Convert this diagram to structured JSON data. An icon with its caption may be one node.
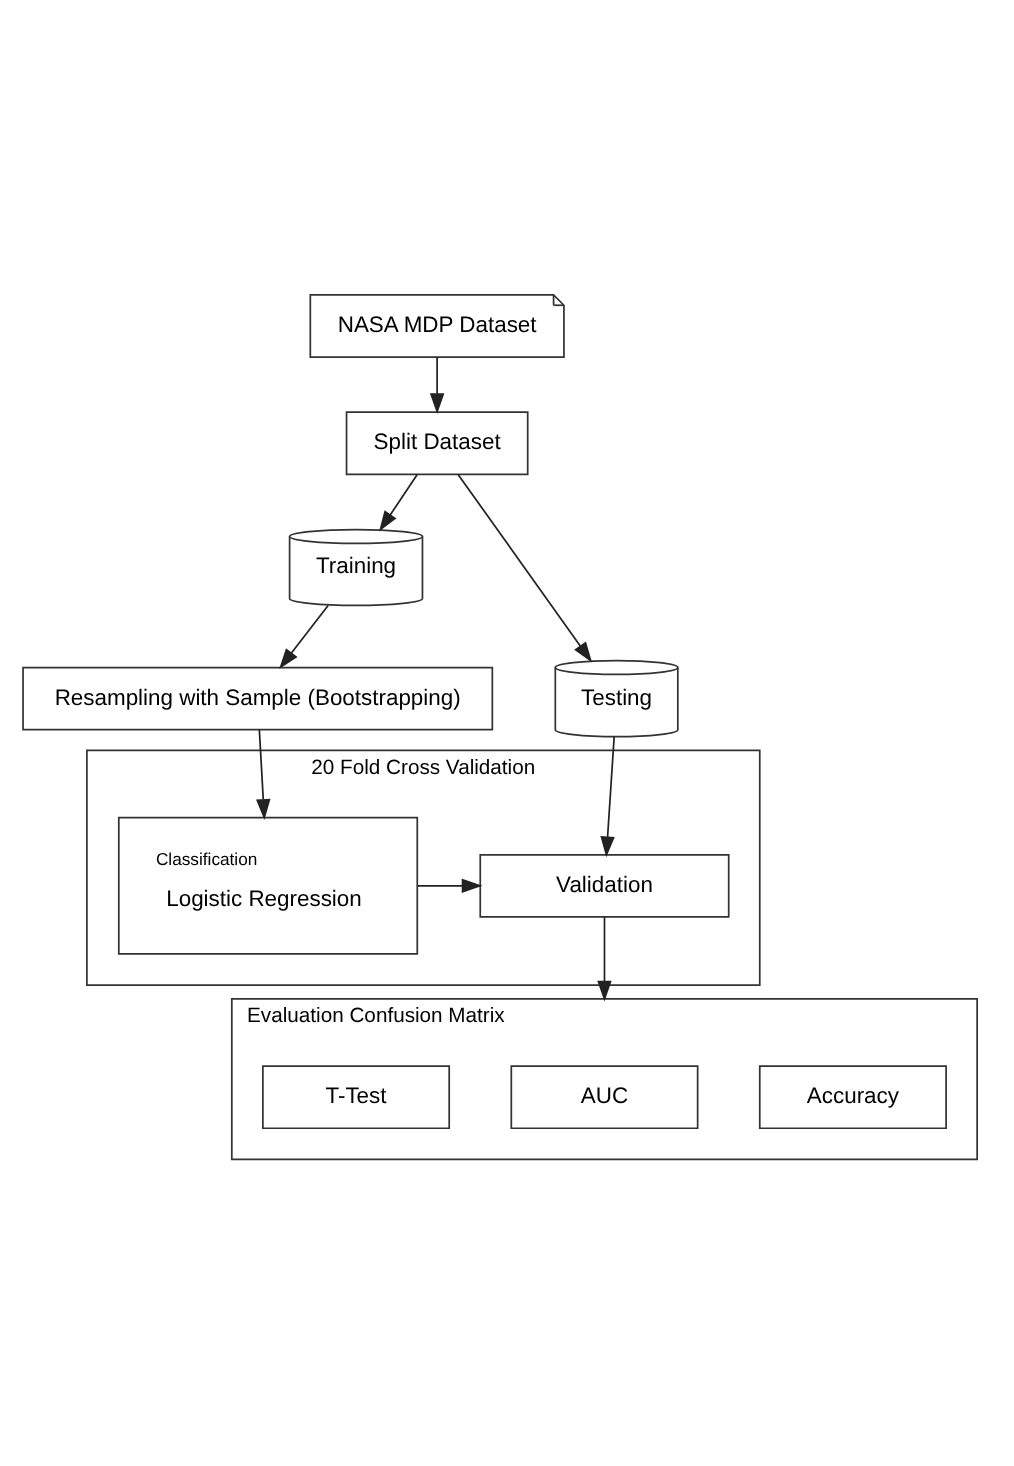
{
  "diagram": {
    "nodes": [
      {
        "text": [
          "NASA MDP Dataset"
        ]
      },
      {
        "text": [
          "Split Dataset"
        ]
      },
      {
        "text": [
          "Training"
        ]
      },
      {
        "text": [
          "Testing"
        ]
      },
      {
        "text": [
          "Resampling with Sample (Bootstrapping)"
        ]
      },
      {
        "text": [
          "20 Fold Cross Validation"
        ]
      },
      {
        "text": [
          "Classification",
          "Logistic Regression"
        ],
        "in": 5
      },
      {
        "text": [
          "Validation"
        ],
        "in": 5
      },
      {
        "text": [
          "Evaluation Confusion Matrix"
        ]
      },
      {
        "text": [
          "Accuracy"
        ],
        "in": 8
      },
      {
        "text": [
          "AUC"
        ],
        "in": 8
      },
      {
        "text": [
          "T-Test"
        ],
        "in": 8
      }
    ],
    "edges": [
      {
        "from": 0,
        "to": 1,
        "arrow": "to"
      },
      {
        "from": 1,
        "to": 2,
        "arrow": "to"
      },
      {
        "from": 1,
        "to": 3,
        "arrow": "to"
      },
      {
        "from": 2,
        "to": 4,
        "arrow": "to"
      },
      {
        "from": 4,
        "to": 6,
        "arrow": "to"
      },
      {
        "from": 3,
        "to": 7,
        "arrow": "to"
      },
      {
        "from": 6,
        "to": 7,
        "arrow": "to"
      },
      {
        "from": 7,
        "to": 8,
        "arrow": "to"
      }
    ]
  }
}
